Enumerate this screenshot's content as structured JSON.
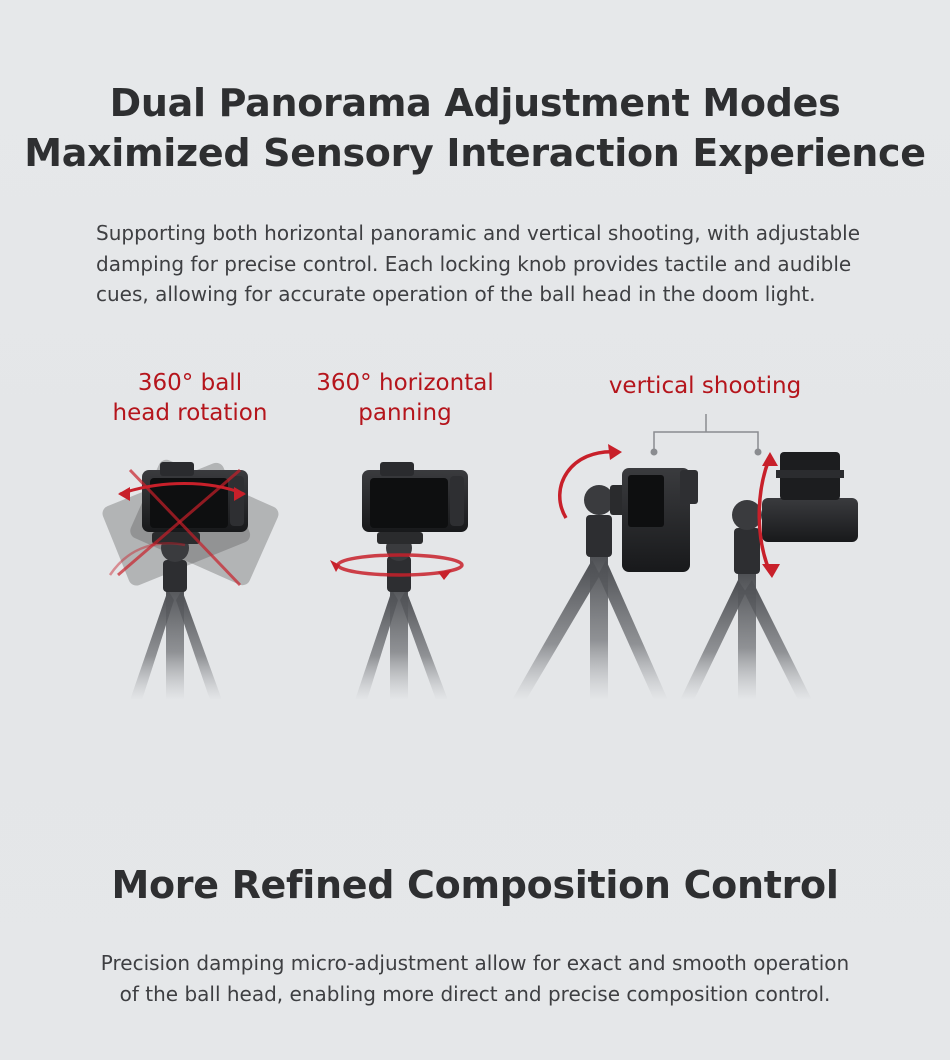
{
  "section1": {
    "title_line1": "Dual Panorama Adjustment Modes",
    "title_line2": "Maximized Sensory Interaction Experience",
    "description_line1": "Supporting both horizontal panoramic and vertical shooting, with adjustable",
    "description_line2": "damping for precise control. Each locking knob provides tactile and audible",
    "description_line3": "cues, allowing for accurate operation of the ball head in the doom light."
  },
  "modes": {
    "ball_rotation_line1": "360° ball",
    "ball_rotation_line2": "head rotation",
    "horizontal_panning_line1": "360° horizontal",
    "horizontal_panning_line2": "panning",
    "vertical_shooting": "vertical shooting"
  },
  "section2": {
    "title": "More Refined Composition Control",
    "description_line1": "Precision damping micro-adjustment allow for exact and smooth operation",
    "description_line2": "of the ball head, enabling more direct and precise composition control."
  },
  "colors": {
    "accent_red": "#b5151c",
    "heading": "#2e2f31",
    "body_text": "#3e3f42",
    "background": "#e5e7e9"
  },
  "icons": [
    "rotation-arrow-icon",
    "panning-arrow-icon",
    "tilt-arrow-icon"
  ]
}
